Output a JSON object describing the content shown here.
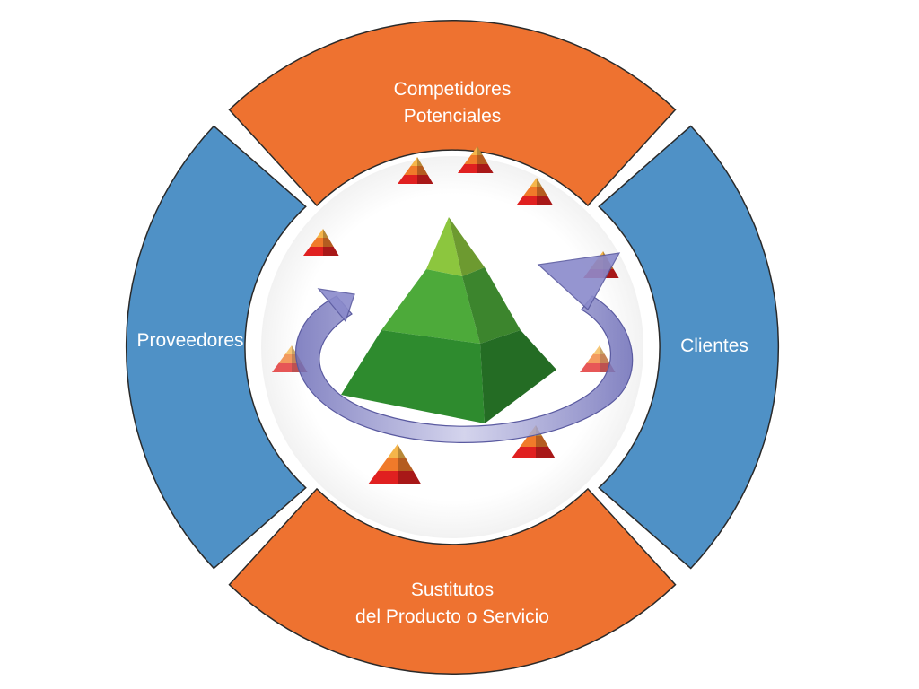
{
  "segments": {
    "top": {
      "label_line1": "Competidores",
      "label_line2": "Potenciales",
      "color": "#ee7230"
    },
    "bottom": {
      "label_line1": "Sustitutos",
      "label_line2": "del Producto o Servicio",
      "color": "#ee7230"
    },
    "left": {
      "label": "Proveedores",
      "color": "#4f91c6"
    },
    "right": {
      "label": "Clientes",
      "color": "#4f91c6"
    }
  },
  "center": {
    "pyramid_colors": [
      "#8cc63e",
      "#4daa3a",
      "#2e8b2e"
    ],
    "small_pyramid_colors": [
      "#f5b54a",
      "#f07a2a",
      "#e02020"
    ],
    "arrow_color": "#7f7fc2"
  }
}
